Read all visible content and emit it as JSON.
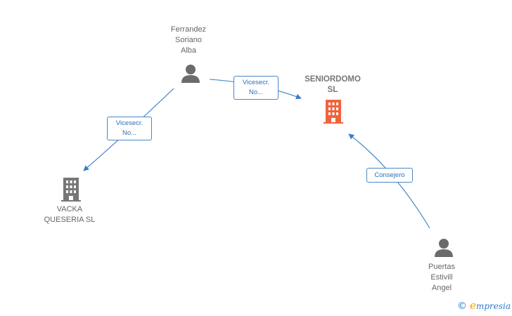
{
  "nodes": {
    "ferrandez": {
      "label": "Ferrandez\nSoriano\nAlba",
      "type": "person"
    },
    "seniordomo": {
      "label": "SENIORDOMO\nSL",
      "type": "company",
      "highlight": true,
      "color": "#f0643c"
    },
    "vacka": {
      "label": "VACKA\nQUESERIA SL",
      "type": "company",
      "color": "#777777"
    },
    "puertas": {
      "label": "Puertas\nEstivill\nAngel",
      "type": "person"
    }
  },
  "edges": {
    "ferrandez_seniordomo": {
      "label": "Vicesecr.\nNo..."
    },
    "ferrandez_vacka": {
      "label": "Vicesecr.\nNo..."
    },
    "puertas_seniordomo": {
      "label": "Consejero"
    }
  },
  "colors": {
    "edge": "#3a7cc8",
    "person": "#6b6b6b",
    "company_main": "#f0643c",
    "company": "#777777"
  },
  "logo": {
    "copyright": "©",
    "brand_initial": "e",
    "brand_rest": "mpresia"
  }
}
